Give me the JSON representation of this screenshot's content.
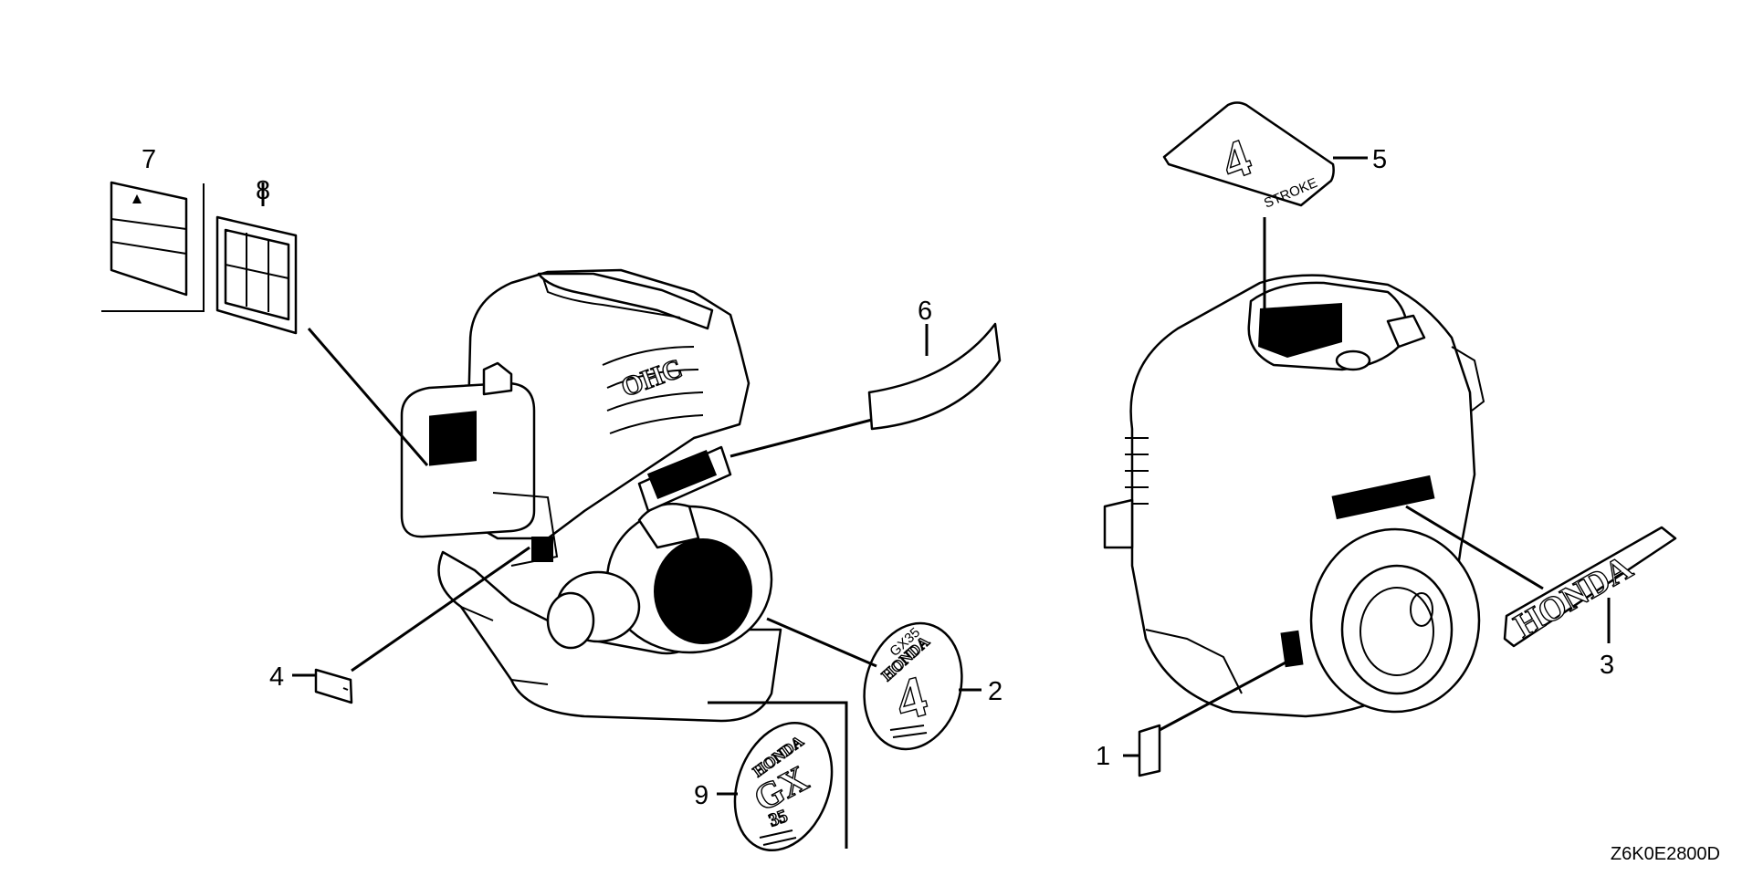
{
  "callouts": {
    "n1": "1",
    "n2": "2",
    "n3": "3",
    "n4": "4",
    "n5": "5",
    "n6": "6",
    "n7": "7",
    "n8": "8",
    "n9": "9"
  },
  "decals": {
    "ohc": "OHC",
    "stroke_digit": "4",
    "stroke_word": "STROKE",
    "honda_word": "HONDA",
    "gx35_model": "GX35",
    "gx35_honda": "HONDA",
    "gx35_digit": "4",
    "gx_letters": "GX",
    "gx_number": "35",
    "gx_honda": "HONDA"
  },
  "drawing_code": "Z6K0E2800D"
}
